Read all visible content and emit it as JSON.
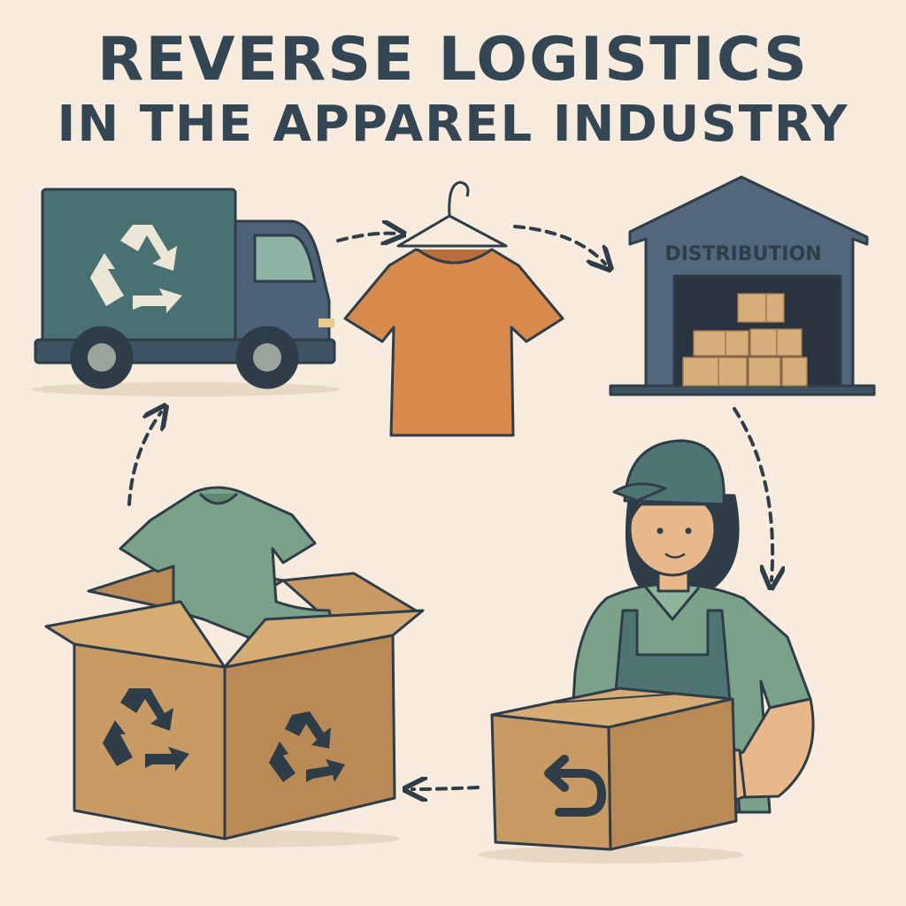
{
  "title": {
    "line1": "REVERSE LOGISTICS",
    "line2": "IN THE APPAREL INDUSTRY"
  },
  "warehouse": {
    "label": "DISTRIBUTION"
  },
  "icons": {
    "truck": "recycling-truck-icon",
    "shirt": "tshirt-on-hanger-icon",
    "warehouse": "distribution-warehouse-icon",
    "worker": "worker-holding-box-icon",
    "return_box": "return-arrow-icon",
    "recycle_box": "recycle-box-icon"
  },
  "colors": {
    "background": "#f6ebdc",
    "ink": "#344553",
    "truck": "#4a7171",
    "orange_shirt": "#d8894c",
    "warehouse": "#52677c",
    "cardboard": "#c89a64",
    "green_garment": "#7aa28a"
  }
}
